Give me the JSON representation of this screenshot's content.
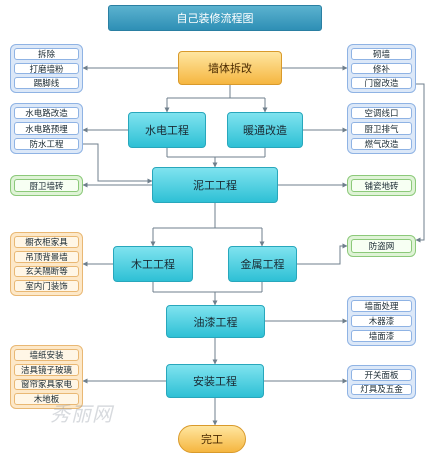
{
  "title": "自己装修流程图",
  "steps": {
    "demolition": "墙体拆改",
    "plumbing_electrical": "水电工程",
    "hvac": "暖通改造",
    "masonry": "泥工工程",
    "carpentry": "木工工程",
    "metal": "金属工程",
    "painting": "油漆工程",
    "installation": "安装工程",
    "finish": "完工"
  },
  "groups": {
    "demolition_left": [
      "拆除",
      "打磨墙粉",
      "踢脚线"
    ],
    "demolition_right": [
      "砌墙",
      "修补",
      "门窗改造"
    ],
    "plumbing_left": [
      "水电路改造",
      "水电路预埋",
      "防水工程"
    ],
    "hvac_right": [
      "空调线口",
      "厨卫排气",
      "燃气改造"
    ],
    "masonry_left": [
      "厨卫墙砖"
    ],
    "masonry_right": [
      "铺瓷地砖"
    ],
    "carpentry_left": [
      "橱衣柜家具",
      "吊顶背景墙",
      "玄关隔断等",
      "室内门装饰"
    ],
    "metal_right": [
      "防盗网"
    ],
    "painting_right": [
      "墙面处理",
      "木器漆",
      "墙面漆"
    ],
    "installation_left": [
      "墙纸安装",
      "洁具镜子玻璃",
      "窗帘家具家电",
      "木地板"
    ],
    "installation_right": [
      "开关面板",
      "灯具及五金"
    ]
  },
  "watermark": "秀丽网",
  "colors": {
    "main": "#2ec0d5",
    "title": "#2e8fb5",
    "step_orange": "#f5b640",
    "group_blue": "#dce8f8",
    "group_orange": "#fde8c8",
    "group_green": "#dff3d6",
    "line": "#6f7f8c"
  }
}
